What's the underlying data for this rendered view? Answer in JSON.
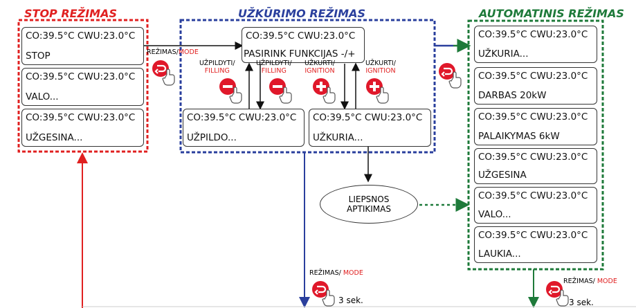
{
  "titles": {
    "stop": "STOP REŽIMAS",
    "ignition": "UŽKŪRIMO REŽIMAS",
    "auto": "AUTOMATINIS REŽIMAS"
  },
  "colors": {
    "stop": "#e02020",
    "ignition": "#2a3f9d",
    "auto": "#1e7a3a",
    "button": "#e0182a"
  },
  "temps": "CO:39.5°C  CWU:23.0°C",
  "stop_boxes": [
    "STOP",
    "VALO...",
    "UŽGESINA..."
  ],
  "center_box": "PASIRINK FUNKCIJAS -/+",
  "fill_box": "UŽPILDO...",
  "ignite_box": "UŽKURIA...",
  "auto_boxes": [
    "UŽKURIA...",
    "DARBAS 20kW",
    "PALAIKYMAS 6kW",
    "UŽGESINA",
    "VALO...",
    "LAUKIA..."
  ],
  "flame": "LIEPSNOS APTIKIMAS",
  "labels": {
    "rezimas": "REŽIMAS/",
    "mode": "MODE",
    "rezimas_spaced": "REŽIMAS/ ",
    "uzpildyti": "UŽPILDYTI/",
    "filling": "FILLING",
    "uzkurti": "UŽKURTI/",
    "ignition": "IGNITION",
    "sek": "3 sek."
  }
}
